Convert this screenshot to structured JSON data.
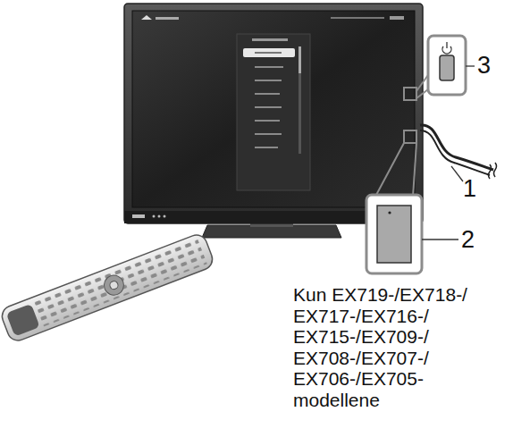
{
  "diagram": {
    "labels": [
      "3",
      "1",
      "2",
      "Kun EX719-/EX718-/ EX717-/EX716-/ EX715-/EX709-/ EX708-/EX707-/ EX706-/EX705- modellene"
    ]
  }
}
